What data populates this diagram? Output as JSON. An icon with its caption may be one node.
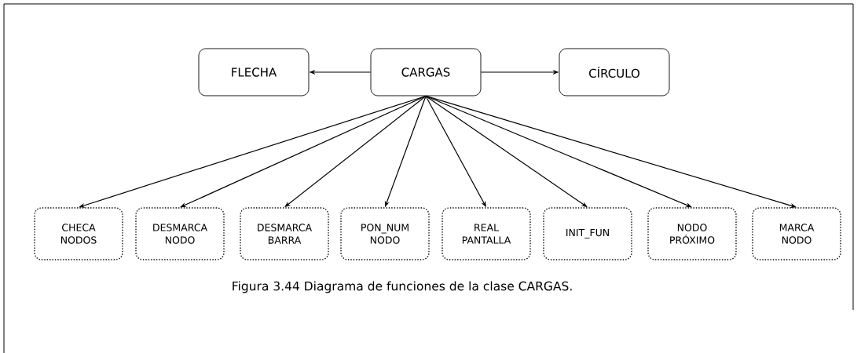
{
  "diagram": {
    "caption": "Figura 3.44 Diagrama de funciones de la clase CARGAS.",
    "nodes": [
      {
        "text": [
          "FLECHA"
        ]
      },
      {
        "text": [
          "CARGAS"
        ]
      },
      {
        "text": [
          "CÍRCULO"
        ]
      },
      {
        "text": [
          "CHECA NODOS"
        ]
      },
      {
        "text": [
          "DESMARCA NODO"
        ]
      },
      {
        "text": [
          "DESMARCA BARRA"
        ]
      },
      {
        "text": [
          "PON_NUM NODO"
        ]
      },
      {
        "text": [
          "REAL PANTALLA"
        ]
      },
      {
        "text": [
          "INIT_FUN"
        ]
      },
      {
        "text": [
          "NODO PRÓXIMO"
        ]
      },
      {
        "text": [
          "MARCA NODO"
        ]
      }
    ],
    "edges": [
      {
        "from": 1,
        "to": 0,
        "arrow": "to"
      },
      {
        "from": 1,
        "to": 2,
        "arrow": "to"
      },
      {
        "from": 1,
        "to": 3,
        "arrow": "to"
      },
      {
        "from": 1,
        "to": 4,
        "arrow": "to"
      },
      {
        "from": 1,
        "to": 5,
        "arrow": "to"
      },
      {
        "from": 1,
        "to": 6,
        "arrow": "to"
      },
      {
        "from": 1,
        "to": 7,
        "arrow": "to"
      },
      {
        "from": 1,
        "to": 8,
        "arrow": "to"
      },
      {
        "from": 1,
        "to": 9,
        "arrow": "to"
      },
      {
        "from": 1,
        "to": 10,
        "arrow": "to"
      }
    ]
  }
}
